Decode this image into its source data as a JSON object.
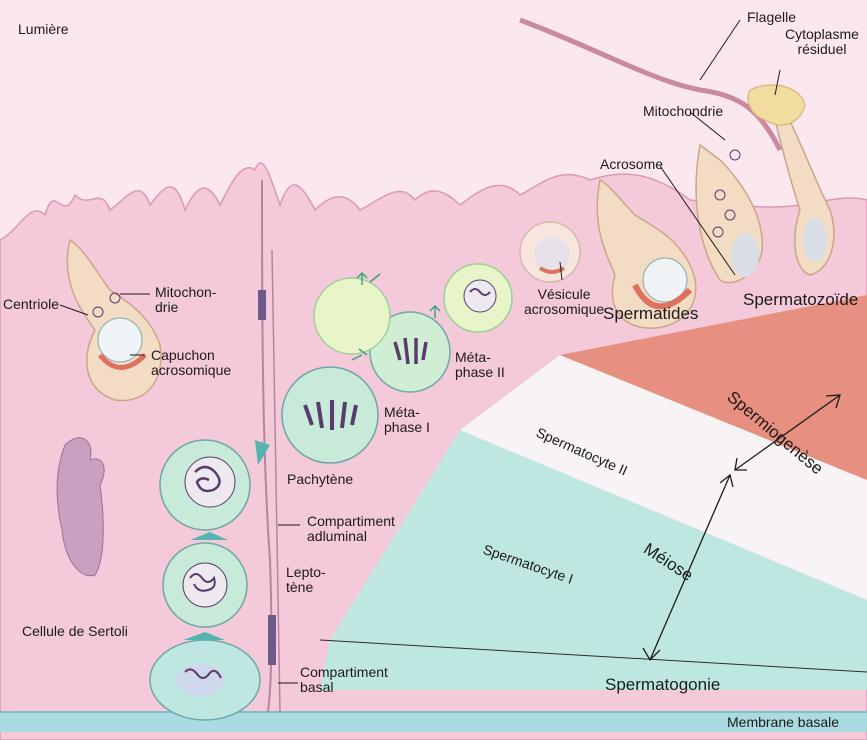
{
  "labels": {
    "lumiere": "Lumière",
    "flagelle": "Flagelle",
    "cytoplasme": "Cytoplasme\nrésiduel",
    "mitochondrie_top": "Mitochondrie",
    "acrosome": "Acrosome",
    "mitochondrie_left": "Mitochon-\ndrie",
    "centriole": "Centriole",
    "capuchon": "Capuchon\nacrosomique",
    "vesicule": "Vésicule\nacrosomique",
    "spermatides": "Spermatides",
    "spermatozoide": "Spermatozoïde",
    "metaphase_ii": "Méta-\nphase II",
    "metaphase_i": "Méta-\nphase I",
    "pachytene": "Pachytène",
    "compartiment_adluminal": "Compartiment\nadluminal",
    "leptotene": "Lepto-\ntène",
    "cellule_sertoli": "Cellule de Sertoli",
    "compartiment_basal": "Compartiment\nbasal",
    "spermatogonie": "Spermatogonie",
    "membrane_basale": "Membrane basale",
    "spermatocyte_ii": "Spermatocyte II",
    "spermatocyte_i": "Spermatocyte I",
    "meiose": "Méiose",
    "spermiogenese": "Spermiogenèse"
  },
  "colors": {
    "tissue": "#f4c9d9",
    "tissue_dark": "#e9a9c3",
    "lumen": "#fbe8ee",
    "meiosis_band": "#bfe7e2",
    "spermiogenesis_band": "#e8907f",
    "membrane": "#a9dbe0",
    "cell_green": "#d9efc2",
    "nucleus": "#5b3b6e"
  }
}
